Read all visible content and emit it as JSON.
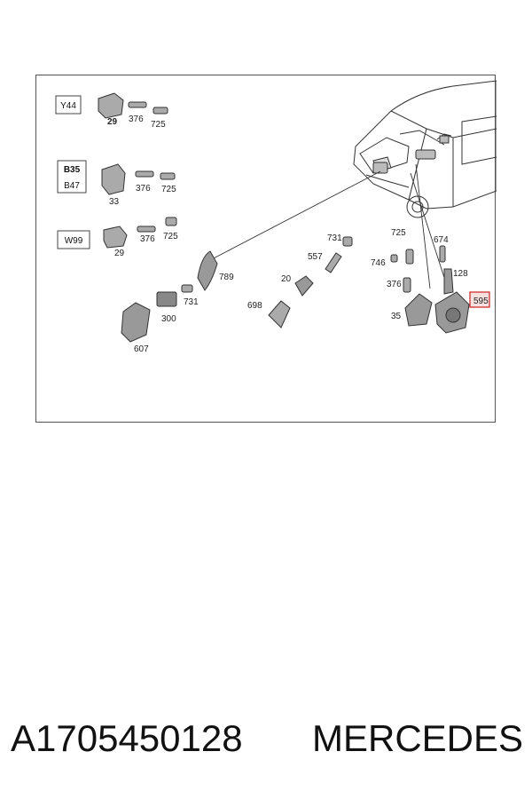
{
  "diagram": {
    "connector_boxes": [
      {
        "id": "Y44"
      },
      {
        "id": "B35",
        "sub": "B47"
      },
      {
        "id": "W99"
      }
    ],
    "row1_labels": [
      "29",
      "376",
      "725"
    ],
    "row2_labels": [
      "33",
      "376",
      "725"
    ],
    "row3_labels": [
      "29",
      "376",
      "725"
    ],
    "parts": {
      "p789": "789",
      "p731a": "731",
      "p300": "300",
      "p607": "607",
      "p731b": "731",
      "p557": "557",
      "p20": "20",
      "p698": "698",
      "p725": "725",
      "p674": "674",
      "p746": "746",
      "p128": "128",
      "p376": "376",
      "p35": "35",
      "p595": "595"
    },
    "highlight_color": "#cc2222"
  },
  "footer": {
    "part_number": "A1705450128",
    "brand": "MERCEDES"
  }
}
